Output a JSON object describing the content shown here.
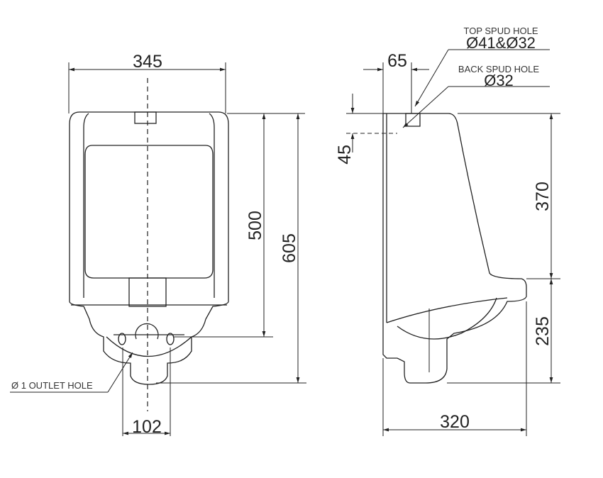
{
  "front_view": {
    "width_dim": "345",
    "height_500": "500",
    "height_605": "605",
    "outlet_spacing": "102",
    "outlet_label": "Ø  1 OUTLET HOLE"
  },
  "side_view": {
    "spud_offset": "65",
    "top_spud_label": "TOP SPUD HOLE",
    "top_spud_size": "Ø41&Ø32",
    "back_spud_label": "BACK SPUD HOLE",
    "back_spud_size": "Ø32",
    "depth_45": "45",
    "height_370": "370",
    "height_235": "235",
    "depth_320": "320"
  }
}
